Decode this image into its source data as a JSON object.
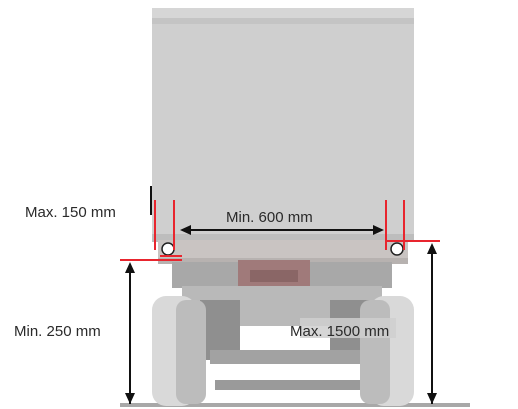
{
  "annotations": {
    "max_side_offset": "Max. 150 mm",
    "min_lamp_spacing": "Min. 600 mm",
    "min_lamp_height": "Min. 250 mm",
    "max_lamp_height": "Max. 1500 mm"
  },
  "colors": {
    "body": "#cfcfcf",
    "body_shade": "#bdbdbd",
    "chassis": "#9c9c9c",
    "bumper": "#c9c4c2",
    "coupling": "#a07a7a",
    "tire": "#d9d9d9",
    "ground": "#a8a8a8",
    "marker_red": "#e8252e",
    "dimension_black": "#111111"
  }
}
